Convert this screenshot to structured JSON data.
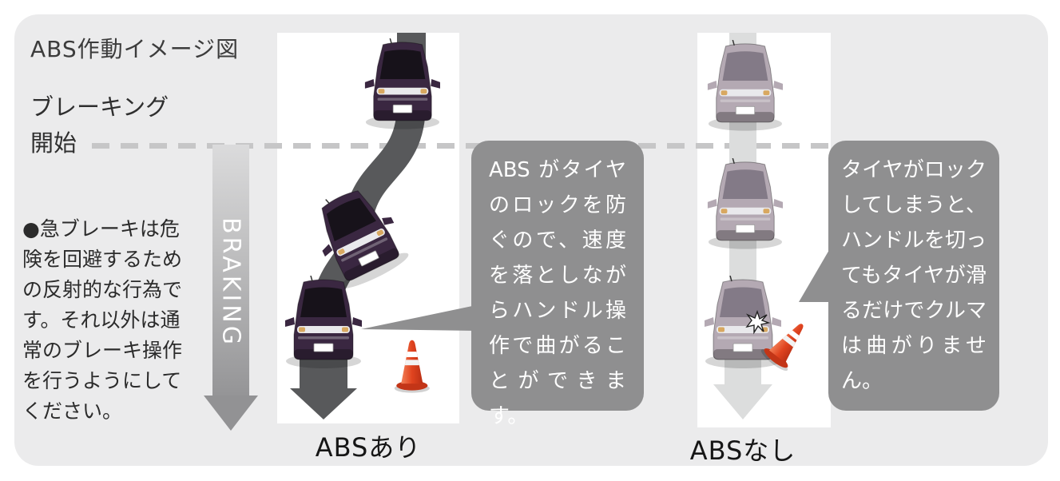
{
  "title": "ABS作動イメージ図",
  "timeline": {
    "start_line1": "ブレーキング",
    "start_line2": "開始",
    "arrow_label": "BRAKING"
  },
  "note": "●急ブレーキは危険を回避するための反射的な行為です。それ以外は通常のブレーキ操作を行うようにしてください。",
  "with_abs": {
    "label": "ABSあり",
    "bubble": "ABS がタイヤのロックを防ぐので、速度を落としながらハンドル操作で曲がることができます。"
  },
  "without_abs": {
    "label": "ABSなし",
    "bubble": "タイヤがロックしてしまうと、ハンドルを切ってもタイヤが滑るだけでクルマは曲がりません。"
  },
  "colors": {
    "container_bg": "#ebebec",
    "panel_bg": "#ffffff",
    "bubble_bg": "#8f8f90",
    "bubble_text": "#ffffff",
    "dark_path": "#58595b",
    "light_path": "#dcdddd",
    "dash": "#c6c6c7",
    "cone_orange": "#e0431f",
    "car_dark_purple": "#3a2741",
    "car_faded": "#b4a9b3",
    "braking_arrow": "#929294"
  }
}
